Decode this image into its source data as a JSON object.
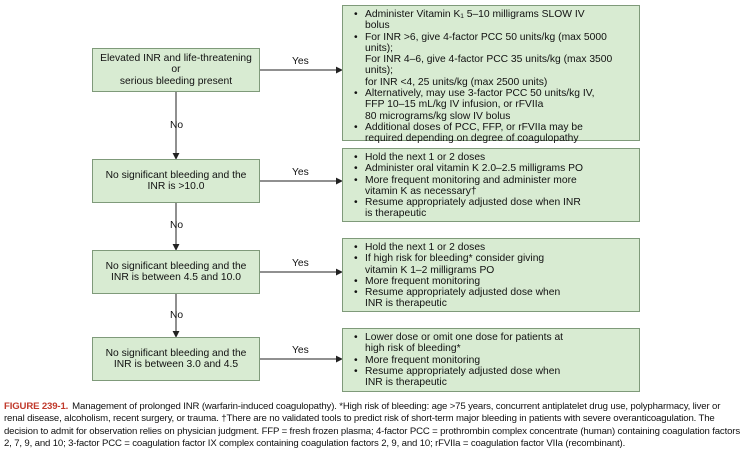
{
  "conditions": [
    "Elevated INR and life-threatening or\nserious bleeding present",
    "No significant bleeding and the\nINR is >10.0",
    "No significant bleeding and the\nINR is between 4.5 and 10.0",
    "No significant bleeding and the\nINR is between 3.0 and 4.5"
  ],
  "yes_label": "Yes",
  "no_label": "No",
  "actions": [
    [
      "Administer Vitamin K₁ 5–10 milligrams SLOW IV\nbolus",
      "For INR >6, give 4-factor PCC 50 units/kg (max 5000 units);\nFor INR 4–6, give 4-factor PCC 35 units/kg (max 3500 units);\nfor INR <4, 25 units/kg (max 2500 units)",
      "Alternatively, may use 3-factor PCC 50 units/kg IV,\nFFP 10–15 mL/kg IV infusion, or rFVIIa\n80 micrograms/kg slow IV bolus",
      "Additional doses of PCC, FFP, or rFVIIa may be\nrequired depending on degree of coagulopathy"
    ],
    [
      "Hold the next 1 or 2 doses",
      "Administer oral vitamin K 2.0–2.5 milligrams PO",
      "More frequent monitoring and administer more\nvitamin K as necessary†",
      "Resume appropriately adjusted dose when INR\nis therapeutic"
    ],
    [
      "Hold the next 1 or 2 doses",
      "If high risk for bleeding* consider giving\nvitamin K 1–2 milligrams PO",
      "More frequent monitoring",
      "Resume appropriately adjusted dose when\nINR is therapeutic"
    ],
    [
      "Lower dose or omit one dose for patients at\nhigh risk of bleeding*",
      "More frequent monitoring",
      "Resume appropriately adjusted dose when\nINR is therapeutic"
    ]
  ],
  "caption": {
    "figure_label": "FIGURE 239-1.",
    "text": "Management of prolonged INR (warfarin-induced coagulopathy). *High risk of bleeding: age >75 years, concurrent antiplatelet drug use, polypharmacy, liver or renal disease, alcoholism, recent surgery, or trauma. †There are no validated tools to predict risk of short-term major bleeding in patients with severe overanticoagulation. The decision to admit for observation relies on physician judgment. FFP = fresh frozen plasma; 4-factor PCC = prothrombin complex concentrate (human) containing coagulation factors 2, 7, 9, and 10; 3-factor PCC = coagulation factor IX complex containing coagulation factors 2, 9, and 10; rFVIIa = coagulation factor VIIa (recombinant)."
  },
  "colors": {
    "box_fill": "#d8ebd2",
    "box_border": "#7f9a7a",
    "figure_label": "#c0392b"
  }
}
